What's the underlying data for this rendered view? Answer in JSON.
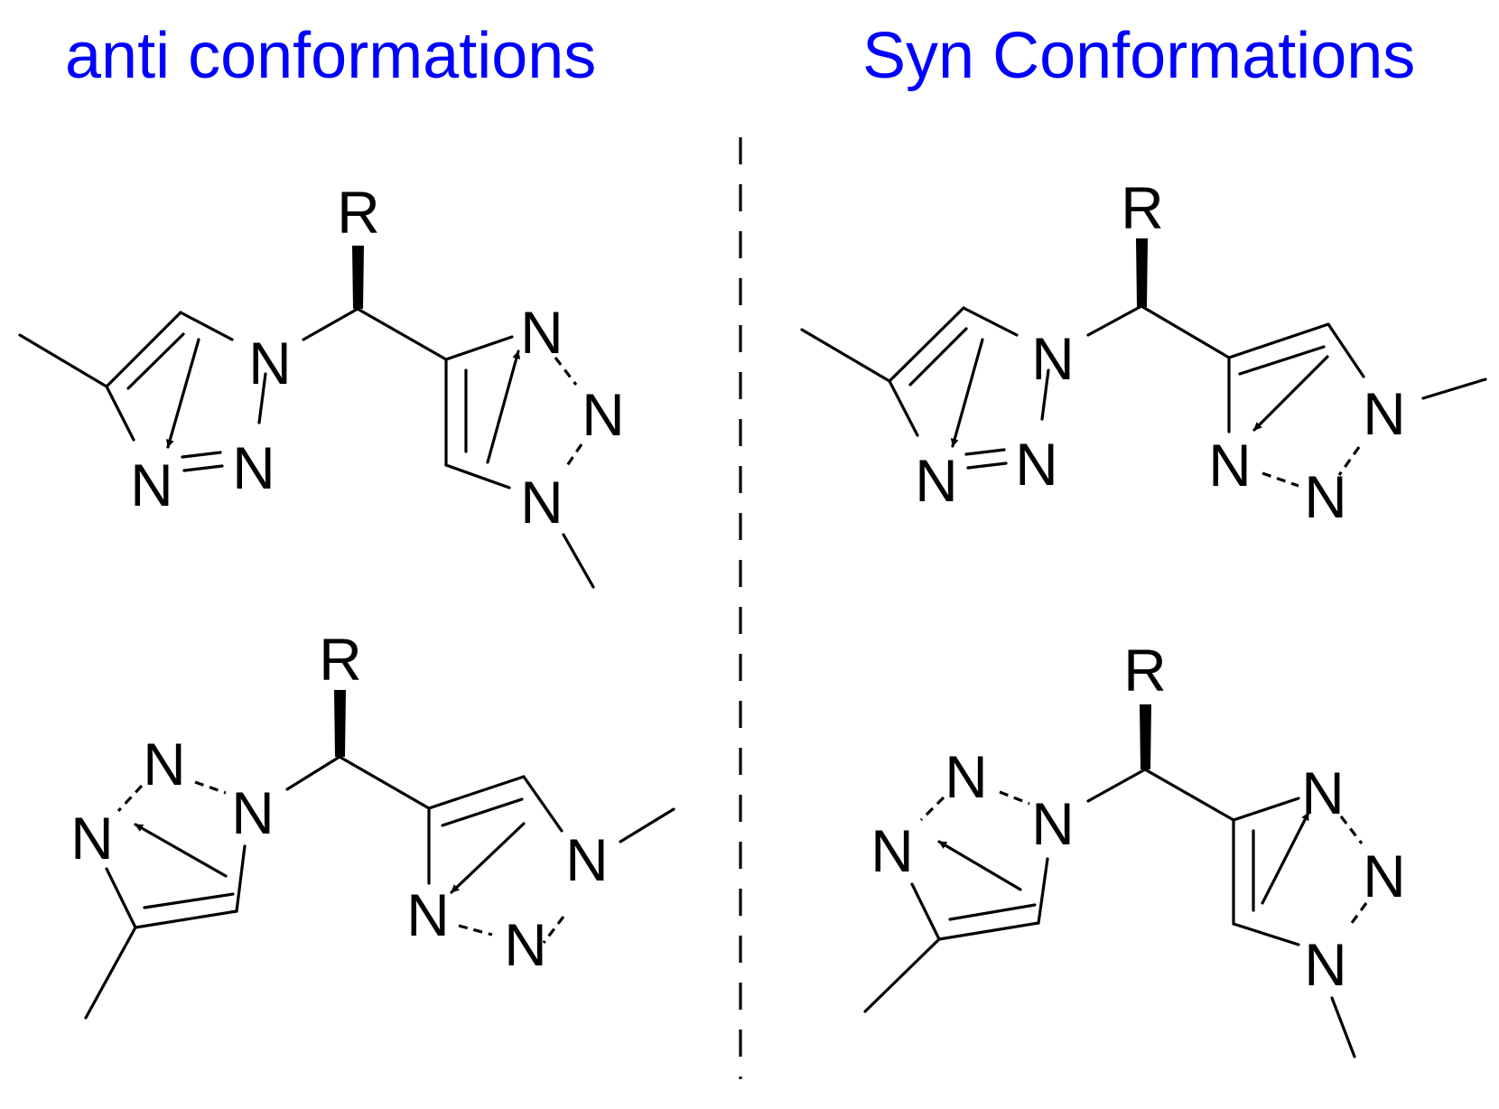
{
  "headings": {
    "anti": "anti conformations",
    "syn": "Syn Conformations"
  },
  "colors": {
    "heading": "#0000ff",
    "structure": "#000000"
  },
  "atom_labels": {
    "nitrogen": "N",
    "substituent": "R"
  },
  "panels": [
    {
      "id": "anti-top",
      "conformation": "anti"
    },
    {
      "id": "anti-bottom",
      "conformation": "anti"
    },
    {
      "id": "syn-top",
      "conformation": "syn"
    },
    {
      "id": "syn-bottom",
      "conformation": "syn"
    }
  ],
  "icons": {
    "arrow": "arrow-icon",
    "divider": "dashed-divider"
  }
}
